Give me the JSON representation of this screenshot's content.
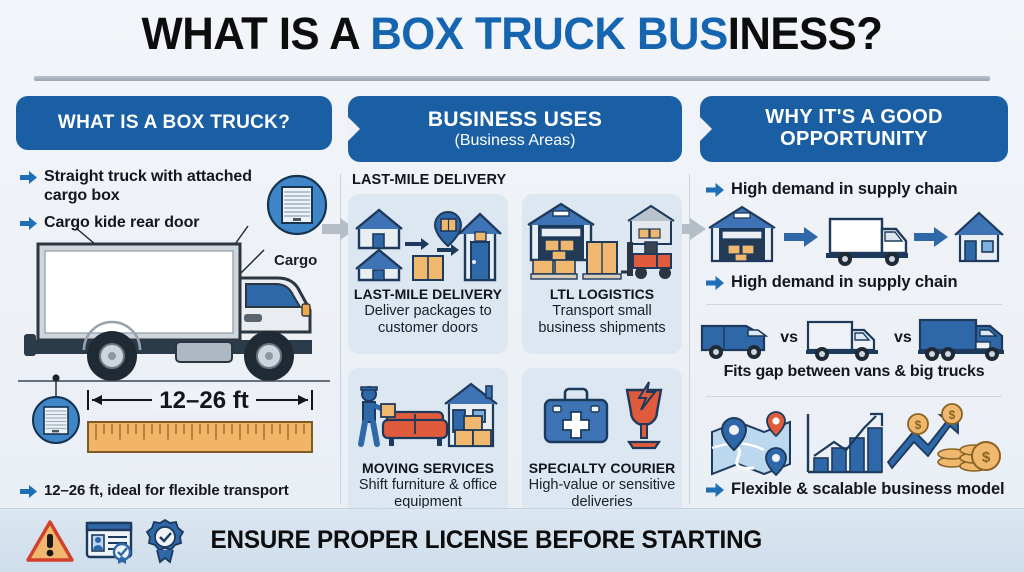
{
  "title": {
    "part_black": "WHAT IS A ",
    "part_blue": "BOX TRUCK BUS",
    "part_black2": "INESS?"
  },
  "colors": {
    "header_blue": "#1a5fa4",
    "title_blue": "#1565b0",
    "card_bg": "#dce7f2",
    "page_bg": "#eef2f7",
    "arrow_gray": "#b5bec7",
    "bullet_blue": "#1f6fb8",
    "accent_orange": "#e8574a",
    "box_tan": "#f0b86e"
  },
  "columns": [
    {
      "id": "what-is-a-box-truck",
      "header": "WHAT IS A BOX TRUCK?",
      "bullets": [
        "Straight truck with attached cargo box",
        "Cargo kide rear door"
      ],
      "callout_label": "Cargo",
      "dimension": "12–26 ft",
      "footer_bullet": "12–26 ft, ideal for flexible transport",
      "icons": [
        "rollup-door-icon",
        "box-truck-illustration",
        "ruler-icon"
      ]
    },
    {
      "id": "business-uses",
      "header": "BUSINESS USES",
      "subheader": "(Business Areas)",
      "section_label": "LAST-MILE DELIVERY",
      "cards": [
        {
          "title": "LAST-MILE DELIVERY",
          "desc": "Deliver packages to customer doors",
          "icon": "houses-package-delivery-icon"
        },
        {
          "title": "LTL LOGISTICS",
          "desc": "Transport small business shipments",
          "icon": "warehouse-forklift-icon"
        },
        {
          "title": "MOVING SERVICES",
          "desc": "Shift furniture & office equipment",
          "icon": "mover-sofa-house-icon"
        },
        {
          "title": "SPECIALTY COURIER",
          "desc": "High-value or sensitive deliveries",
          "icon": "medical-case-fragile-icon"
        }
      ]
    },
    {
      "id": "why-good-opportunity",
      "header": "WHY IT'S A GOOD OPPORTUNITY",
      "bullet_top": "High demand in supply chain",
      "bullet_mid": "High demand in supply chain",
      "caption_vs": "Fits gap between vans & big trucks",
      "vs_label": "vs",
      "bullet_bottom": "Flexible & scalable business model",
      "icons": [
        "warehouse-icon",
        "box-truck-icon",
        "house-icon",
        "van-icon",
        "semi-truck-icon",
        "map-pins-icon",
        "bar-chart-growth-icon",
        "arrow-coins-icon"
      ]
    }
  ],
  "footer": {
    "text": "ENSURE PROPER LICENSE BEFORE STARTING",
    "icons": [
      "warning-triangle-icon",
      "license-card-icon",
      "certified-badge-icon"
    ]
  }
}
